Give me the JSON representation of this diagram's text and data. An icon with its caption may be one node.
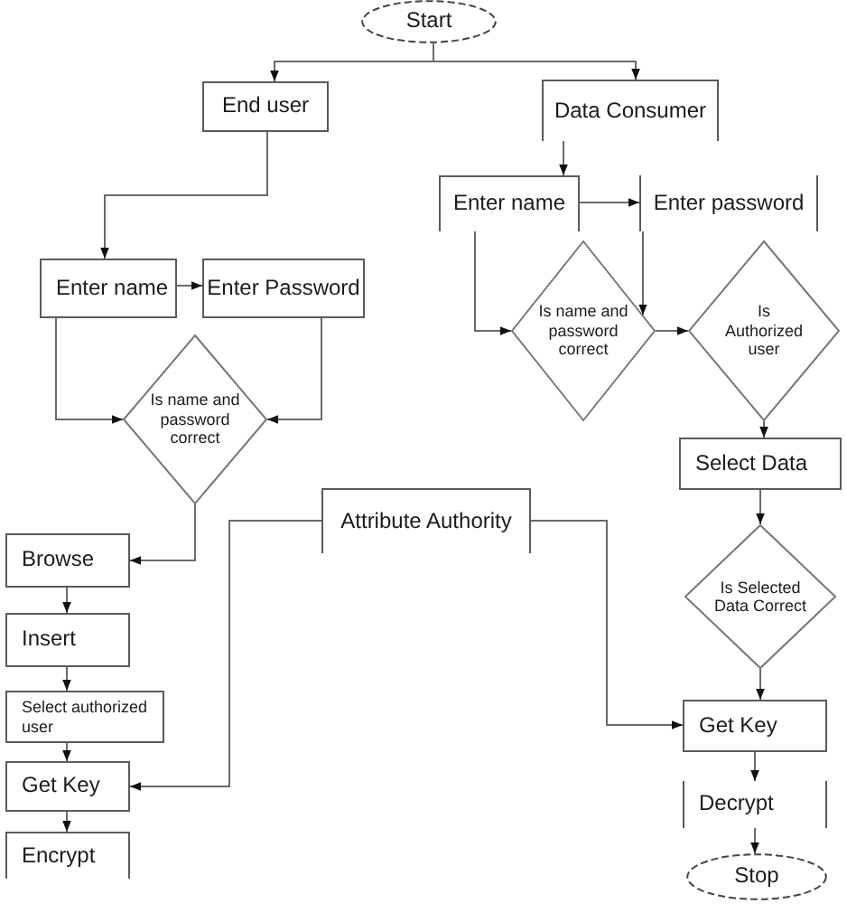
{
  "diagram": {
    "nodes": [
      {
        "text": [
          "Start"
        ]
      },
      {
        "text": [
          "End user"
        ]
      },
      {
        "text": [
          "Data Consumer"
        ]
      },
      {
        "text": [
          "Enter name"
        ]
      },
      {
        "text": [
          "Enter password"
        ]
      },
      {
        "text": [
          "Enter name"
        ]
      },
      {
        "text": [
          "Enter Password"
        ]
      },
      {
        "text": [
          "Is name and password correct"
        ]
      },
      {
        "text": [
          "Is Authorized user"
        ]
      },
      {
        "text": [
          "Is name and password correct"
        ]
      },
      {
        "text": [
          "Select Data"
        ]
      },
      {
        "text": [
          "Attribute Authority"
        ]
      },
      {
        "text": [
          "Browse"
        ]
      },
      {
        "text": [
          "Is Selected Data Correct"
        ]
      },
      {
        "text": [
          "Insert"
        ]
      },
      {
        "text": [
          "Get Key"
        ]
      },
      {
        "text": [
          "Select authorized user"
        ]
      },
      {
        "text": [
          "Get Key"
        ]
      },
      {
        "text": [
          "Decrypt"
        ]
      },
      {
        "text": [
          "Encrypt"
        ]
      },
      {
        "text": [
          "Stop"
        ]
      }
    ],
    "edges": [
      {
        "from": 0,
        "to": 1,
        "arrow": "to"
      },
      {
        "from": 0,
        "to": 2,
        "arrow": "to"
      },
      {
        "from": 1,
        "to": 5,
        "arrow": "to"
      },
      {
        "from": 5,
        "to": 6,
        "arrow": "to"
      },
      {
        "from": 5,
        "to": 9,
        "arrow": "to"
      },
      {
        "from": 6,
        "to": 9,
        "arrow": "to"
      },
      {
        "from": 9,
        "to": 12,
        "arrow": "to"
      },
      {
        "from": 12,
        "to": 14,
        "arrow": "to"
      },
      {
        "from": 14,
        "to": 16,
        "arrow": "to"
      },
      {
        "from": 16,
        "to": 17,
        "arrow": "to"
      },
      {
        "from": 17,
        "to": 19,
        "arrow": "to"
      },
      {
        "from": 11,
        "to": 17,
        "arrow": "to"
      },
      {
        "from": 11,
        "to": 15,
        "arrow": "to"
      },
      {
        "from": 2,
        "to": 3,
        "arrow": "to"
      },
      {
        "from": 3,
        "to": 4,
        "arrow": "to"
      },
      {
        "from": 3,
        "to": 7,
        "arrow": "to"
      },
      {
        "from": 4,
        "to": 7,
        "arrow": "to"
      },
      {
        "from": 7,
        "to": 8,
        "arrow": "to"
      },
      {
        "from": 8,
        "to": 10,
        "arrow": "to"
      },
      {
        "from": 10,
        "to": 13,
        "arrow": "to"
      },
      {
        "from": 13,
        "to": 15,
        "arrow": "to"
      },
      {
        "from": 15,
        "to": 18,
        "arrow": "to"
      },
      {
        "from": 18,
        "to": 20,
        "arrow": "to"
      }
    ]
  }
}
